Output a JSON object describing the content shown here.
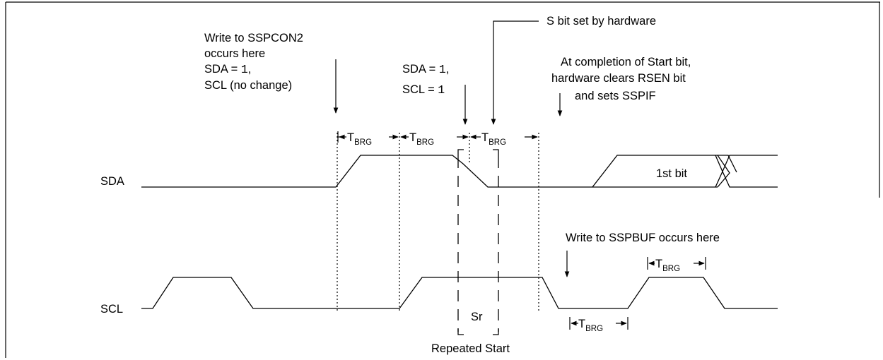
{
  "signals": {
    "sda": "SDA",
    "scl": "SCL"
  },
  "annotations": {
    "write_sspcon2": {
      "line1": "Write to SSPCON2",
      "line2": "occurs here",
      "line3_prefix": "SDA = ",
      "line3_value": "1",
      "line3_suffix": ",",
      "line4": "SCL (no change)"
    },
    "sda_scl_high": {
      "sda_prefix": "SDA = ",
      "sda_value": "1",
      "sda_suffix": ",",
      "scl_prefix": "SCL = ",
      "scl_value": "1"
    },
    "s_bit": "S bit set by hardware",
    "completion": {
      "line1": "At completion of Start bit,",
      "line2": "hardware clears RSEN bit",
      "line3": "and sets SSPIF"
    },
    "write_sspbuf": "Write to SSPBUF occurs here",
    "first_bit": "1st bit",
    "sr": "Sr",
    "repeated_start": "Repeated Start"
  },
  "timing": {
    "t": "T",
    "brg": "BRG"
  }
}
